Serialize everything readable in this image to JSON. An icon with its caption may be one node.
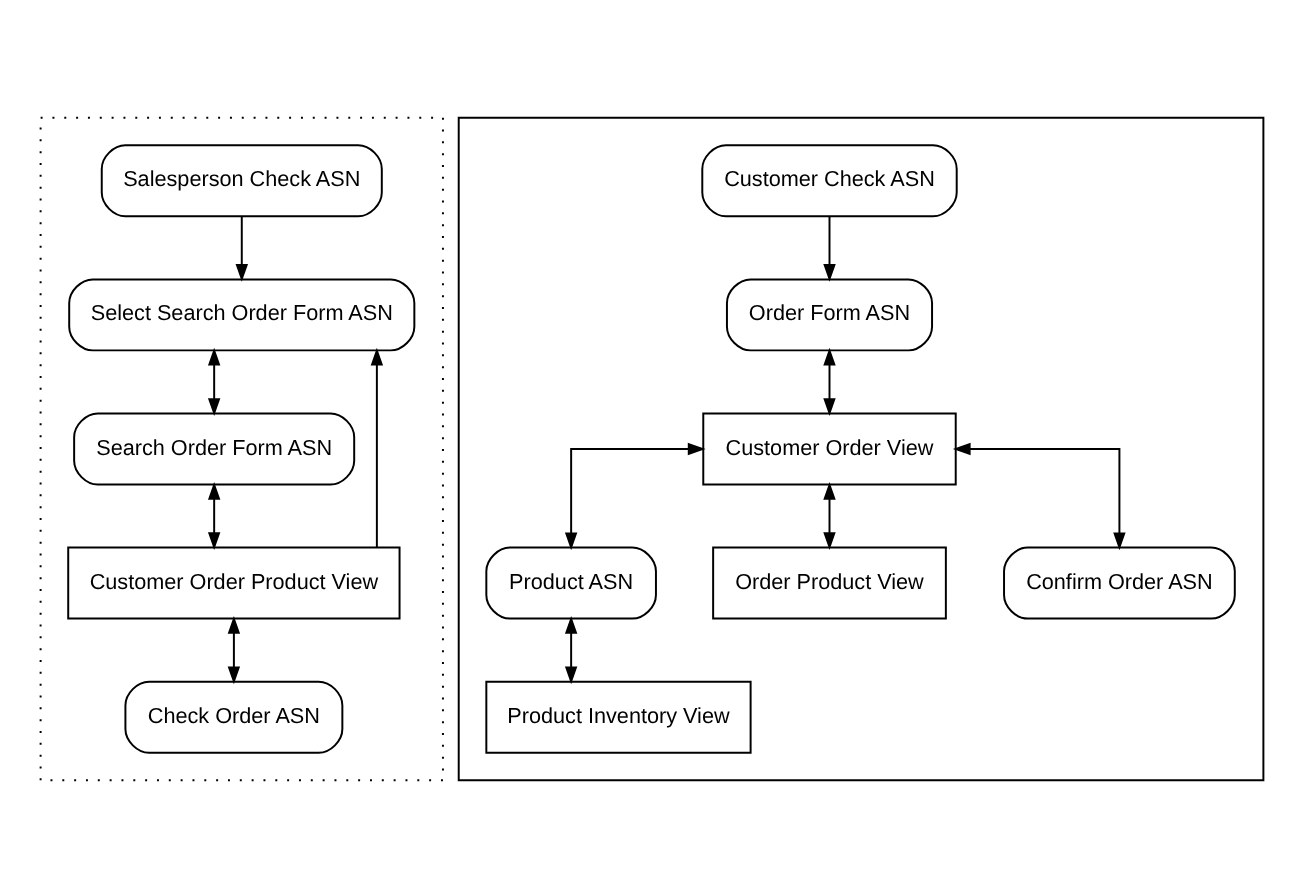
{
  "diagram": {
    "nodes": [
      {
        "text": [],
        "shape": "box"
      },
      {
        "text": [
          "Salesperson Check ASN"
        ],
        "in": 0
      },
      {
        "text": [
          "Select Search Order Form ASN"
        ],
        "in": 0
      },
      {
        "text": [
          "Search Order Form ASN"
        ],
        "in": 0
      },
      {
        "text": [
          "Customer Order Product View"
        ],
        "in": 0
      },
      {
        "text": [
          "Check Order ASN"
        ],
        "in": 0
      },
      {
        "text": [],
        "shape": "box"
      },
      {
        "text": [
          "Customer Check ASN"
        ],
        "in": 6
      },
      {
        "text": [
          "Order Form ASN"
        ],
        "in": 6
      },
      {
        "text": [
          "Customer Order View"
        ],
        "in": 6
      },
      {
        "text": [
          "Product ASN"
        ],
        "in": 6
      },
      {
        "text": [
          "Order Product View"
        ],
        "in": 6
      },
      {
        "text": [
          "Confirm Order ASN"
        ],
        "in": 6
      },
      {
        "text": [
          "Product Inventory View"
        ],
        "in": 6
      }
    ],
    "edges": [
      {
        "from": 1,
        "to": 2,
        "arrow": "to"
      },
      {
        "from": 2,
        "to": 3,
        "arrow": "both"
      },
      {
        "from": 3,
        "to": 4,
        "arrow": "both"
      },
      {
        "from": 4,
        "to": 2,
        "arrow": "to"
      },
      {
        "from": 4,
        "to": 5,
        "arrow": "both"
      },
      {
        "from": 7,
        "to": 8,
        "arrow": "to"
      },
      {
        "from": 8,
        "to": 9,
        "arrow": "both"
      },
      {
        "from": 9,
        "to": 10,
        "arrow": "both"
      },
      {
        "from": 9,
        "to": 11,
        "arrow": "both"
      },
      {
        "from": 9,
        "to": 12,
        "arrow": "both"
      },
      {
        "from": 10,
        "to": 13,
        "arrow": "both"
      }
    ]
  }
}
